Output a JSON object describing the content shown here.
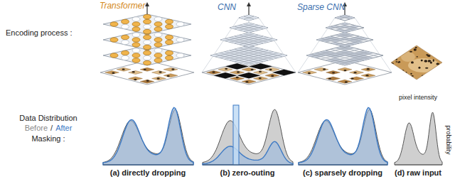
{
  "diagram": {
    "labels": [
      "Transformer",
      "CNN",
      "Sparse CNN",
      "Encoding process :",
      "Data Distribution",
      "Before",
      "/",
      "After",
      "Masking :",
      "pixel intensity",
      "probability",
      "(a) directly dropping",
      "(b) zero-outing",
      "(c) sparsely dropping",
      "(d) raw input"
    ]
  }
}
